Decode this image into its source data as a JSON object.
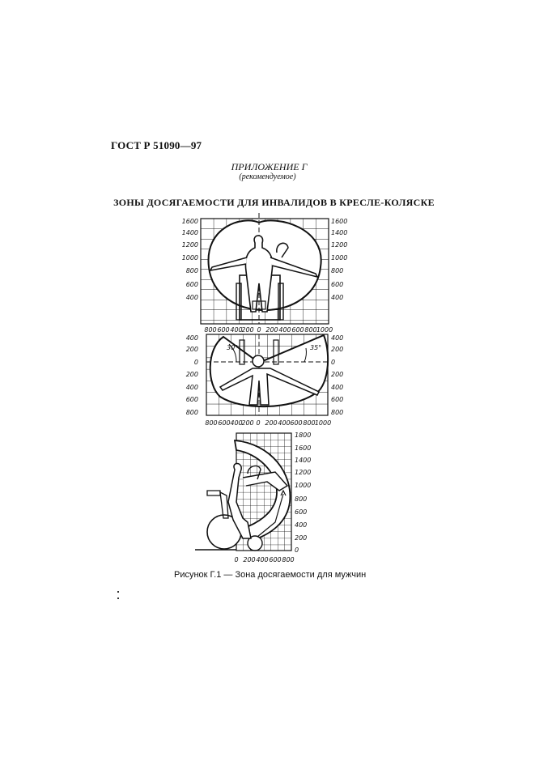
{
  "document": {
    "standard_id": "ГОСТ Р 51090—97",
    "appendix_title": "ПРИЛОЖЕНИЕ Г",
    "appendix_note": "(рекомендуемое)",
    "section_title": "ЗОНЫ ДОСЯГАЕМОСТИ ДЛЯ ИНВАЛИДОВ В КРЕСЛЕ-КОЛЯСКЕ",
    "figure_caption": "Рисунок Г.1 — Зона досягаемости для мужчин"
  },
  "figures": {
    "front_view": {
      "y_ticks_left": [
        "1600",
        "1400",
        "1200",
        "1000",
        "800",
        "600",
        "400"
      ],
      "y_ticks_right": [
        "1600",
        "1400",
        "1200",
        "1000",
        "800",
        "600",
        "400"
      ],
      "x_ticks": [
        "800",
        "600",
        "400",
        "200",
        "0",
        "200",
        "400",
        "600",
        "800",
        "1000"
      ]
    },
    "top_view": {
      "y_ticks_left": [
        "400",
        "200",
        "0",
        "200",
        "400",
        "600",
        "800"
      ],
      "y_ticks_right": [
        "400",
        "200",
        "0",
        "200",
        "400",
        "600",
        "800"
      ],
      "x_ticks": [
        "800",
        "600",
        "400",
        "200",
        "0",
        "200",
        "400",
        "600",
        "800",
        "1000"
      ],
      "angle_left": "30°",
      "angle_right": "35°"
    },
    "side_view": {
      "y_ticks_right": [
        "1800",
        "1600",
        "1400",
        "1200",
        "1000",
        "800",
        "600",
        "400",
        "200",
        "0"
      ],
      "x_ticks": [
        "0",
        "200",
        "400",
        "600",
        "800"
      ]
    }
  }
}
